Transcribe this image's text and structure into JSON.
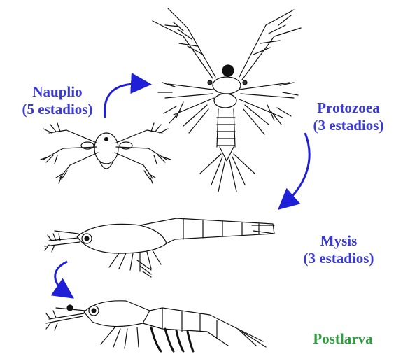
{
  "stages": [
    {
      "id": "nauplio",
      "name": "Nauplio",
      "substages": "(5 estadios)",
      "color": "#3a3ad6"
    },
    {
      "id": "protozoea",
      "name": "Protozoea",
      "substages": "(3 estadios)",
      "color": "#3a3ad6"
    },
    {
      "id": "mysis",
      "name": "Mysis",
      "substages": "(3 estadios)",
      "color": "#3a3ad6"
    },
    {
      "id": "postlarva",
      "name": "Postlarva",
      "substages": "",
      "color": "#2e9e3e"
    }
  ],
  "colors": {
    "arrow": "#1f1fd8",
    "ink": "#111111",
    "background": "#ffffff"
  }
}
